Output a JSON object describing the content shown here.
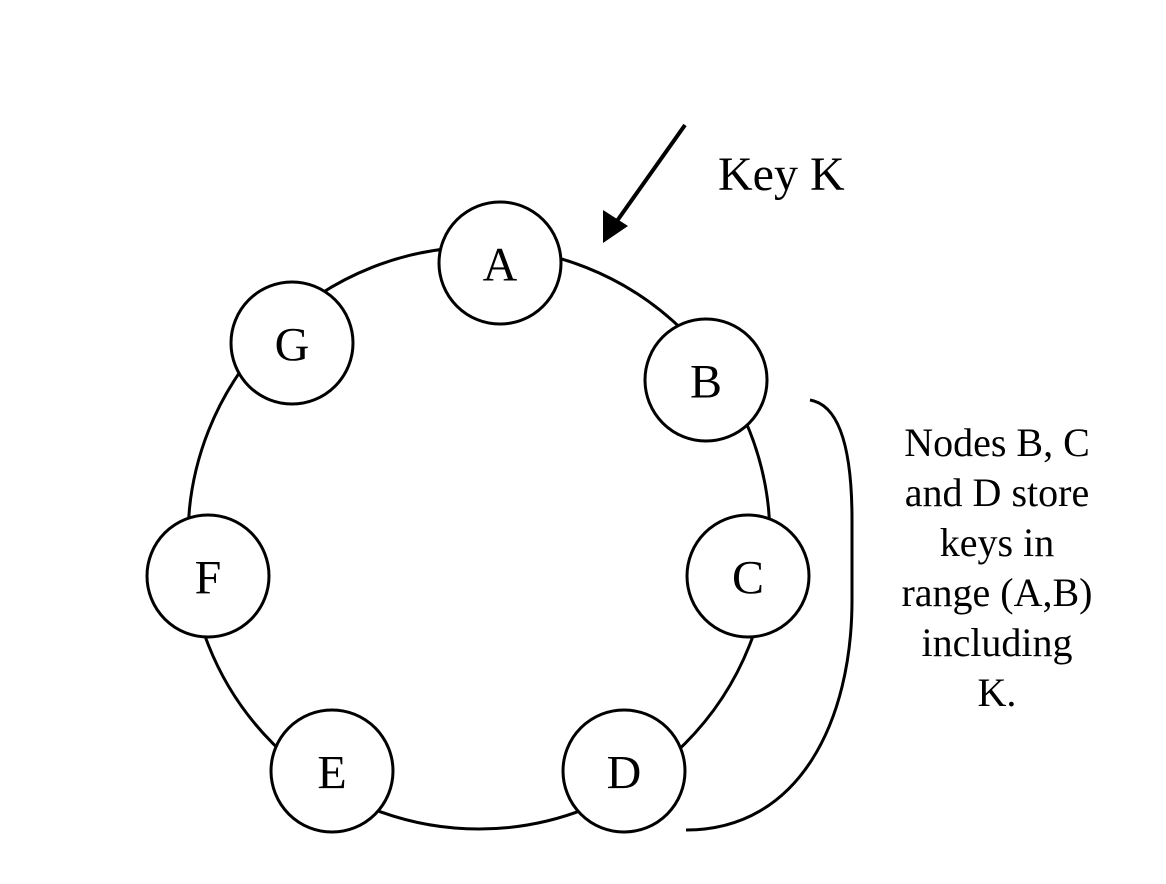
{
  "diagram": {
    "title": "Consistent hashing ring",
    "ring_nodes": [
      {
        "id": "A",
        "label": "A"
      },
      {
        "id": "B",
        "label": "B"
      },
      {
        "id": "C",
        "label": "C"
      },
      {
        "id": "D",
        "label": "D"
      },
      {
        "id": "E",
        "label": "E"
      },
      {
        "id": "F",
        "label": "F"
      },
      {
        "id": "G",
        "label": "G"
      }
    ],
    "key_label": "Key K",
    "bracket_covers": [
      "B",
      "C",
      "D"
    ],
    "note_lines": [
      "Nodes B, C",
      "and D store",
      "keys in",
      "range (A,B)",
      "including",
      "K."
    ]
  }
}
